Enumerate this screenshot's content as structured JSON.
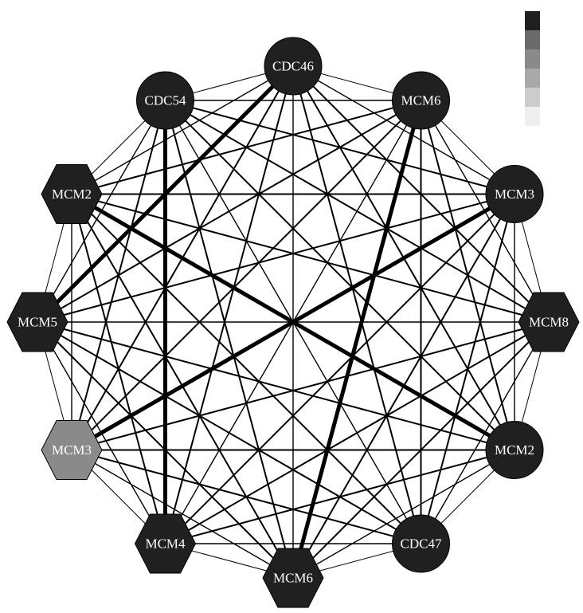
{
  "legend": {
    "colors": [
      "#202020",
      "#6a6a6a",
      "#8a8a8a",
      "#a8a8a8",
      "#cccccc",
      "#efefef"
    ]
  },
  "nodes": [
    {
      "label": "CDC46",
      "shape": "circle",
      "color": "#202020"
    },
    {
      "label": "MCM6",
      "shape": "circle",
      "color": "#202020"
    },
    {
      "label": "MCM3",
      "shape": "circle",
      "color": "#202020"
    },
    {
      "label": "MCM8",
      "shape": "hexagon",
      "color": "#202020"
    },
    {
      "label": "MCM2",
      "shape": "circle",
      "color": "#202020"
    },
    {
      "label": "CDC47",
      "shape": "circle",
      "color": "#202020"
    },
    {
      "label": "MCM6",
      "shape": "hexagon",
      "color": "#202020"
    },
    {
      "label": "MCM4",
      "shape": "hexagon",
      "color": "#202020"
    },
    {
      "label": "MCM3",
      "shape": "hexagon",
      "color": "#8a8a8a"
    },
    {
      "label": "MCM5",
      "shape": "hexagon",
      "color": "#202020"
    },
    {
      "label": "MCM2",
      "shape": "hexagon",
      "color": "#202020"
    },
    {
      "label": "CDC54",
      "shape": "circle",
      "color": "#202020"
    }
  ],
  "edges": {
    "default_weight": 2,
    "adjacent_weight": 1,
    "heavy": [
      [
        4,
        10,
        5
      ],
      [
        2,
        8,
        5
      ],
      [
        0,
        9,
        5
      ],
      [
        11,
        7,
        5
      ],
      [
        1,
        6,
        5
      ]
    ]
  }
}
